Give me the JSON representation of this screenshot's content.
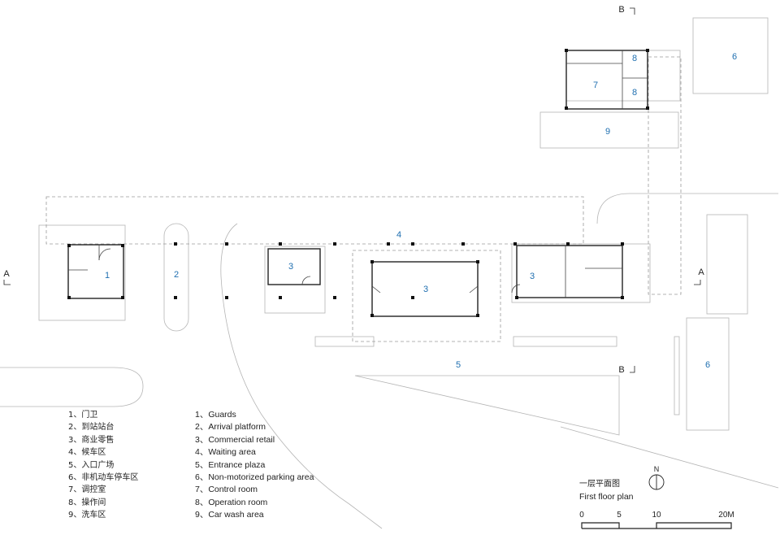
{
  "areas": {
    "a1": "1",
    "a2": "2",
    "a3a": "3",
    "a3b": "3",
    "a3c": "3",
    "a4": "4",
    "a5": "5",
    "a6a": "6",
    "a6b": "6",
    "a7": "7",
    "a8a": "8",
    "a8b": "8",
    "a9": "9"
  },
  "section_marks": {
    "a_left": "A",
    "a_right": "A",
    "b_top": "B",
    "b_bottom": "B"
  },
  "legend_cn": [
    "1、门卫",
    "2、到站站台",
    "3、商业零售",
    "4、候车区",
    "5、入口广场",
    "6、非机动车停车区",
    "7、调控室",
    "8、操作间",
    "9、洗车区"
  ],
  "legend_en": [
    "1、Guards",
    "2、Arrival platform",
    "3、Commercial retail",
    "4、Waiting area",
    "5、Entrance plaza",
    "6、Non-motorized parking area",
    "7、Control room",
    "8、Operation room",
    "9、Car wash area"
  ],
  "plan_title_cn": "一层平面图",
  "plan_title_en": "First floor plan",
  "north_label": "N",
  "scale_ticks": [
    "0",
    "5",
    "10",
    "20M"
  ]
}
